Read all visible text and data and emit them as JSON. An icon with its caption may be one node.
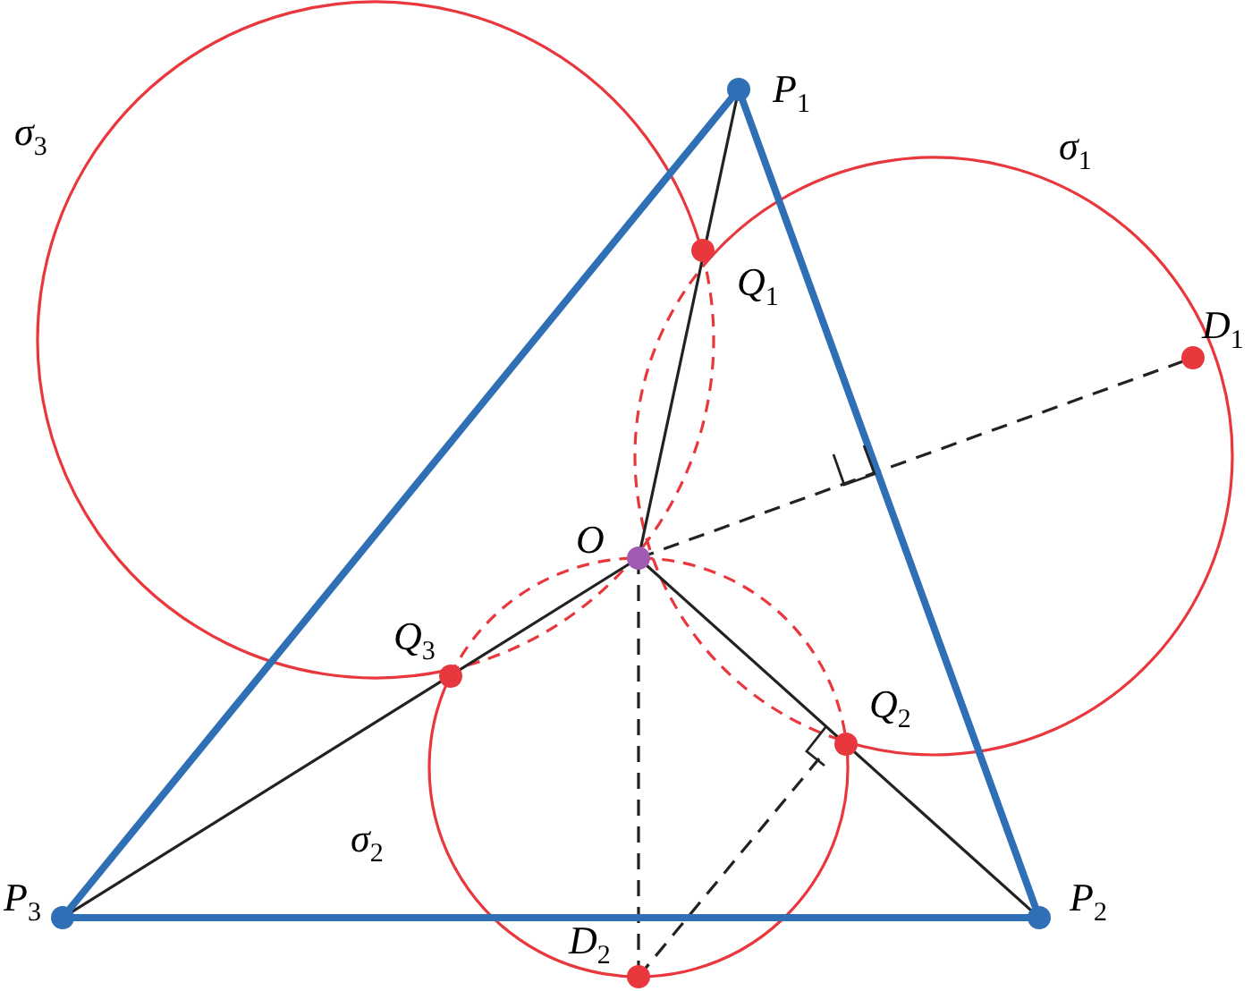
{
  "diagram": {
    "labels": [
      "σ$_{3}$",
      "P$_{1}$",
      "σ$_{1}$",
      "Q$_{1}$",
      "D$_{1}$",
      "O",
      "Q$_{3}$",
      "Q$_{2}$",
      "σ$_{2}$",
      "P$_{3}$",
      "P$_{2}$",
      "D$_{2}$"
    ]
  }
}
